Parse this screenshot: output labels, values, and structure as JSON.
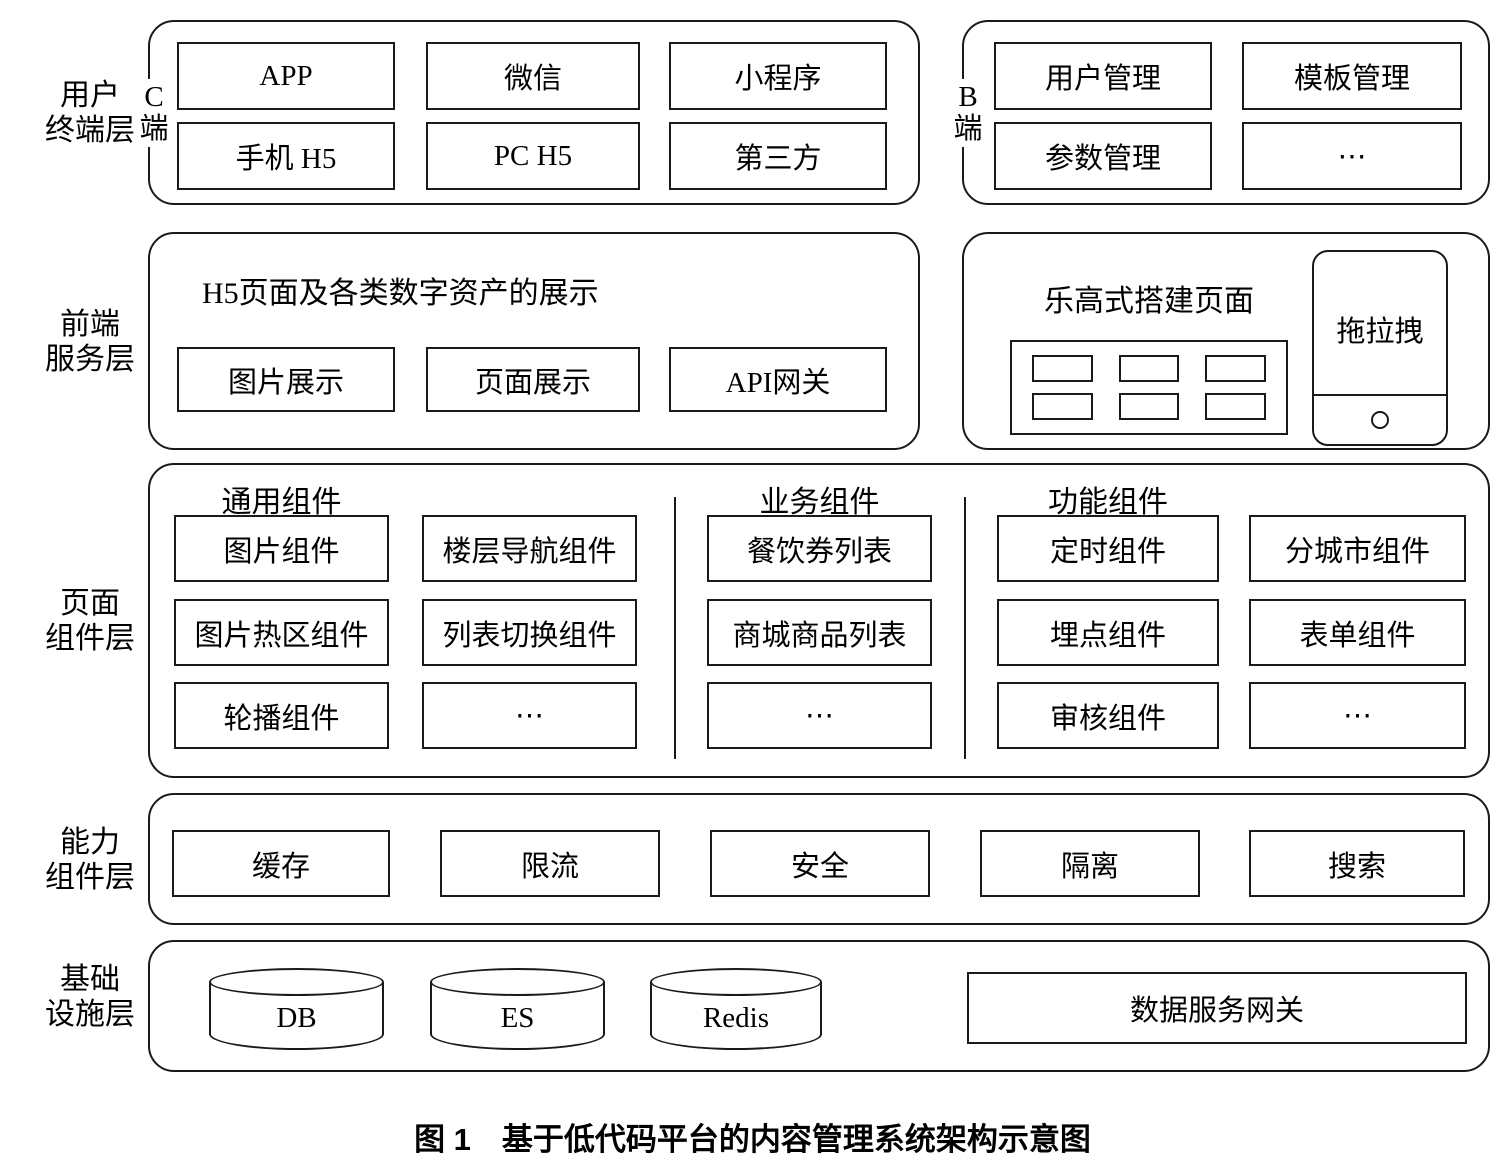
{
  "caption": "图 1　基于低代码平台的内容管理系统架构示意图",
  "layers": [
    {
      "label": "用户\n终端层"
    },
    {
      "label": "前端\n服务层"
    },
    {
      "label": "页面\n组件层"
    },
    {
      "label": "能力\n组件层"
    },
    {
      "label": "基础\n设施层"
    }
  ],
  "user_terminal": {
    "c_side": {
      "tag": "C\n端",
      "items": [
        "APP",
        "微信",
        "小程序",
        "手机 H5",
        "PC H5",
        "第三方"
      ]
    },
    "b_side": {
      "tag": "B\n端",
      "items": [
        "用户管理",
        "模板管理",
        "参数管理",
        "⋯"
      ]
    }
  },
  "frontend": {
    "left": {
      "title": "H5页面及各类数字资产的展示",
      "items": [
        "图片展示",
        "页面展示",
        "API网关"
      ]
    },
    "right": {
      "title": "乐高式搭建页面",
      "phone_label": "拖拉拽"
    }
  },
  "page_components": {
    "general": {
      "title": "通用组件",
      "items": [
        "图片组件",
        "楼层导航组件",
        "图片热区组件",
        "列表切换组件",
        "轮播组件",
        "⋯"
      ]
    },
    "business": {
      "title": "业务组件",
      "items": [
        "餐饮券列表",
        "商城商品列表",
        "⋯"
      ]
    },
    "functional": {
      "title": "功能组件",
      "items": [
        "定时组件",
        "分城市组件",
        "埋点组件",
        "表单组件",
        "审核组件",
        "⋯"
      ]
    }
  },
  "capability": {
    "items": [
      "缓存",
      "限流",
      "安全",
      "隔离",
      "搜索"
    ]
  },
  "infrastructure": {
    "cylinders": [
      "DB",
      "ES",
      "Redis"
    ],
    "gateway": "数据服务网关"
  }
}
